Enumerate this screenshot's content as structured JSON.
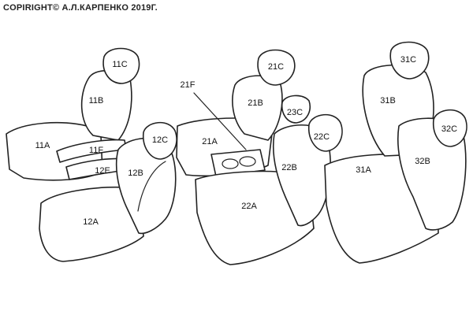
{
  "copyright": "COPIRIGHT© А.Л.КАРПЕНКО 2019Г.",
  "labels": {
    "l11C": "11C",
    "l11B": "11B",
    "l11A": "11A",
    "l11F": "11F",
    "l12E": "12E",
    "l12C": "12C",
    "l12B": "12B",
    "l12A": "12A",
    "l21F": "21F",
    "l21C": "21C",
    "l21B": "21B",
    "l21A": "21A",
    "l23C": "23C",
    "l22C": "22C",
    "l22B": "22B",
    "l22A": "22A",
    "l31C": "31C",
    "l31B": "31B",
    "l31A": "31A",
    "l32C": "32C",
    "l32B": "32B"
  }
}
